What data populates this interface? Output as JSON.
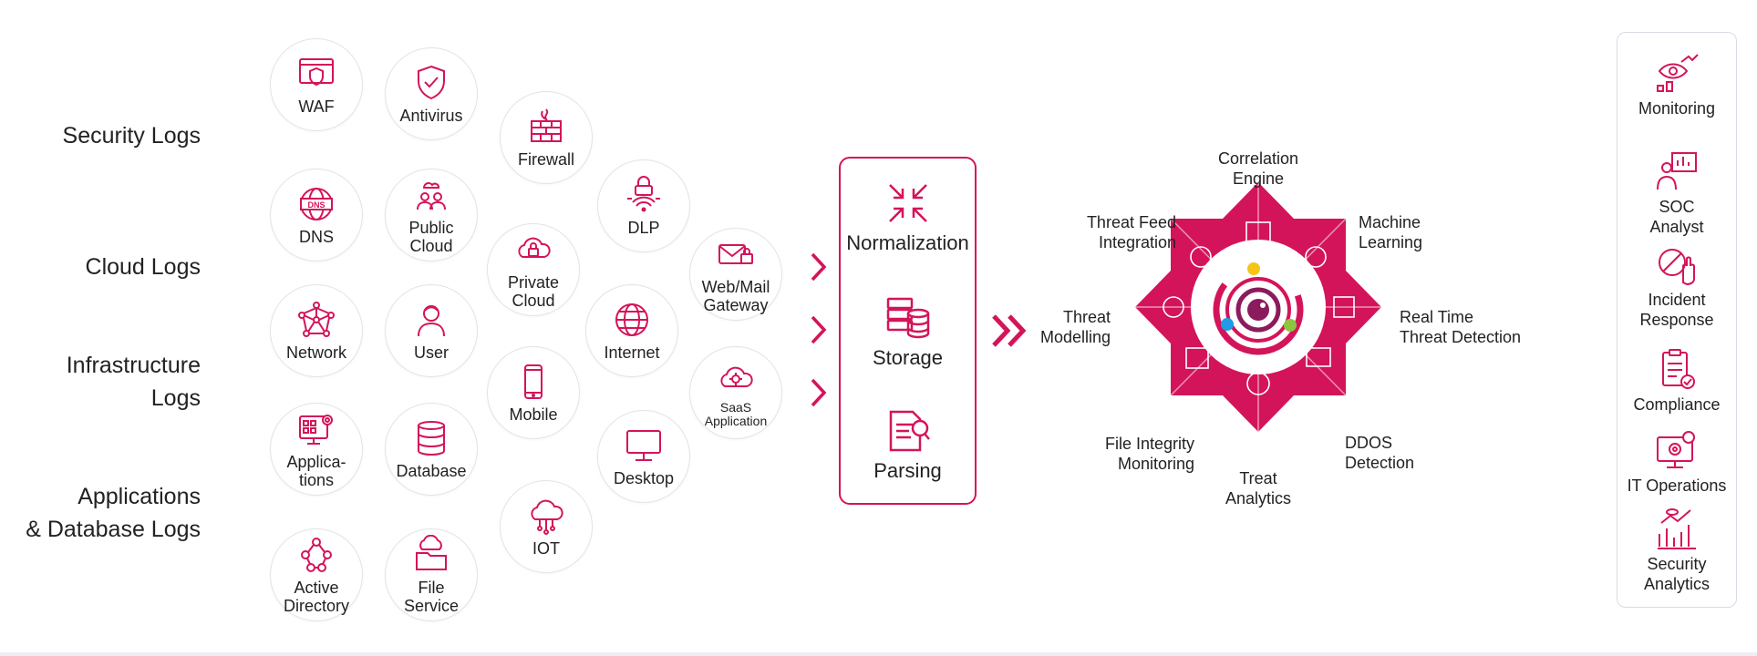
{
  "categories": [
    {
      "line1": "Security Logs",
      "line2": ""
    },
    {
      "line1": "Cloud Logs",
      "line2": ""
    },
    {
      "line1": "Infrastructure",
      "line2": "Logs"
    },
    {
      "line1": "Applications",
      "line2": "& Database Logs"
    }
  ],
  "sources": {
    "waf": "WAF",
    "antivirus": "Antivirus",
    "firewall": "Firewall",
    "dns": "DNS",
    "public_cloud": "Public\nCloud",
    "dlp": "DLP",
    "private_cloud": "Private\nCloud",
    "web_mail": "Web/Mail\nGateway",
    "network": "Network",
    "user": "User",
    "internet": "Internet",
    "mobile": "Mobile",
    "saas": "SaaS\nApplication",
    "applications": "Applica-\ntions",
    "database": "Database",
    "desktop": "Desktop",
    "iot": "IOT",
    "active_directory": "Active\nDirectory",
    "file_service": "File\nService"
  },
  "processing": {
    "normalization": "Normalization",
    "storage": "Storage",
    "parsing": "Parsing"
  },
  "wheel": {
    "correlation": "Correlation\nEngine",
    "machine_learning": "Machine\nLearning",
    "real_time": "Real Time\nThreat Detection",
    "ddos": "DDOS\nDetection",
    "treat_analytics": "Treat\nAnalytics",
    "file_integrity": "File Integrity\nMonitoring",
    "threat_modelling": "Threat\nModelling",
    "threat_feed": "Threat Feed\nIntegration"
  },
  "outcomes": [
    {
      "key": "monitoring",
      "label": "Monitoring"
    },
    {
      "key": "soc",
      "label": "SOC\nAnalyst"
    },
    {
      "key": "incident",
      "label": "Incident\nResponse"
    },
    {
      "key": "compliance",
      "label": "Compliance"
    },
    {
      "key": "itops",
      "label": "IT Operations"
    },
    {
      "key": "secanalytics",
      "label": "Security\nAnalytics"
    }
  ],
  "colors": {
    "accent": "#d4145a",
    "dot_yellow": "#f5c518",
    "dot_blue": "#1e9be9",
    "dot_green": "#8cc63f",
    "border": "#e3e3e3"
  },
  "icons": {
    "waf": "shield-browser-icon",
    "antivirus": "shield-check-icon",
    "firewall": "brick-fire-icon",
    "dns": "globe-dns-icon",
    "public_cloud": "users-cloud-icon",
    "dlp": "lock-wifi-icon",
    "private_cloud": "cloud-lock-icon",
    "web_mail": "mail-lock-icon",
    "network": "network-nodes-icon",
    "user": "user-icon",
    "internet": "globe-icon",
    "mobile": "mobile-phone-icon",
    "saas": "cloud-gear-icon",
    "applications": "app-grid-gear-icon",
    "database": "database-icon",
    "desktop": "desktop-monitor-icon",
    "iot": "cloud-circuit-icon",
    "active_directory": "directory-nodes-icon",
    "file_service": "folder-cloud-icon"
  }
}
